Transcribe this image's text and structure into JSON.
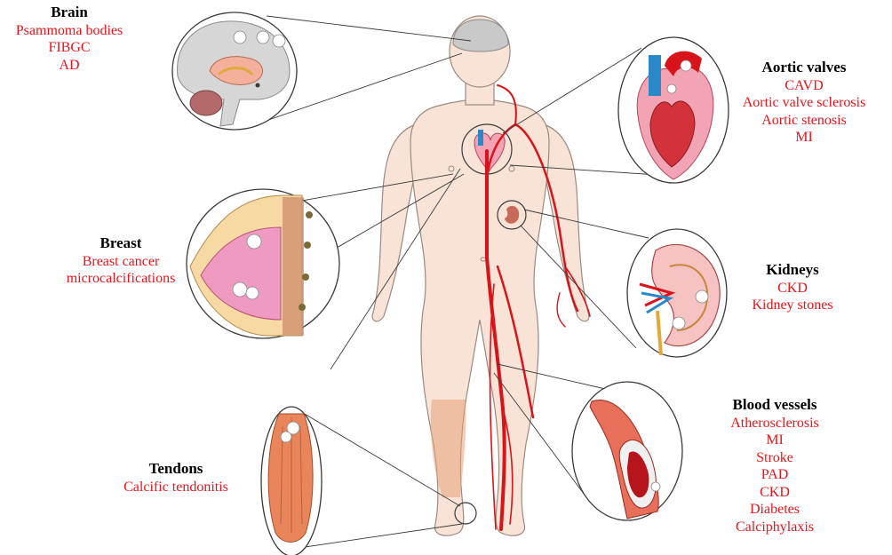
{
  "colors": {
    "heading": "#000000",
    "condition_text": "#e8141b",
    "artery": "#d8141a",
    "skin": "#f8e3d6"
  },
  "labels": {
    "brain": {
      "title": "Brain",
      "items": [
        "Psammoma bodies",
        "FIBGC",
        "AD"
      ]
    },
    "breast": {
      "title": "Breast",
      "items": [
        "Breast cancer",
        "microcalcifications"
      ]
    },
    "tendons": {
      "title": "Tendons",
      "items": [
        "Calcific tendonitis"
      ]
    },
    "aortic_valves": {
      "title": "Aortic valves",
      "items": [
        "CAVD",
        "Aortic valve sclerosis",
        "Aortic stenosis",
        "MI"
      ]
    },
    "kidneys": {
      "title": "Kidneys",
      "items": [
        "CKD",
        "Kidney stones"
      ]
    },
    "blood_vessels": {
      "title": "Blood vessels",
      "items": [
        "Atherosclerosis",
        "MI",
        "Stroke",
        "PAD",
        "CKD",
        "Diabetes",
        "Calciphylaxis"
      ]
    }
  },
  "icons": [
    "brain-icon",
    "breast-tissue-icon",
    "tendon-muscle-icon",
    "heart-icon",
    "kidney-icon",
    "blood-vessel-icon",
    "human-body-icon"
  ]
}
